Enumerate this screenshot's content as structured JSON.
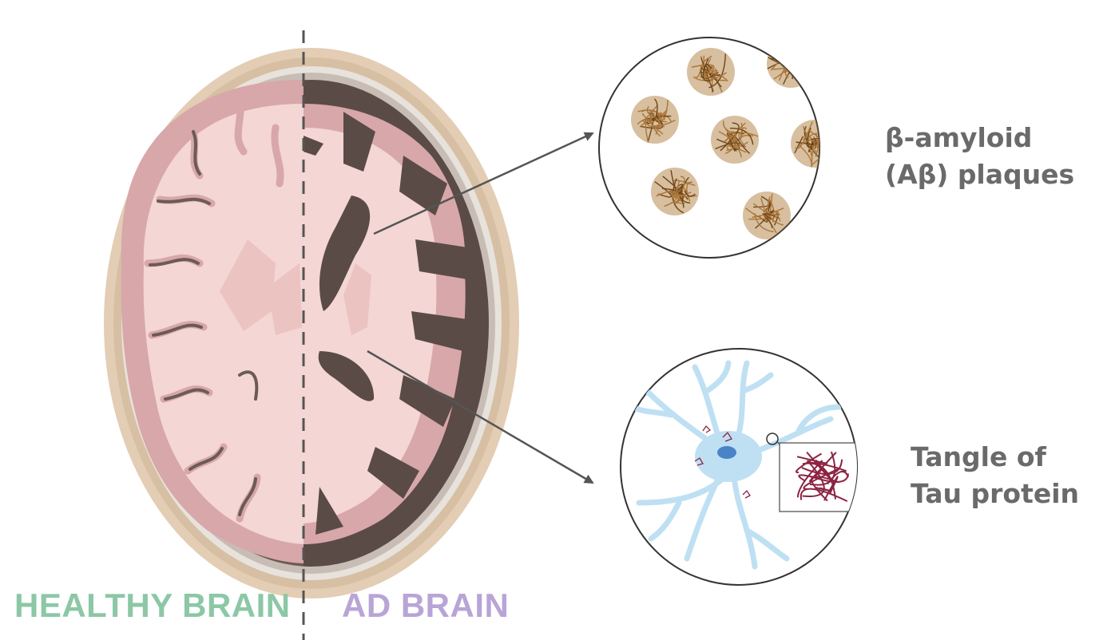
{
  "labels": {
    "healthy": "HEALTHY BRAIN",
    "ad": "AD BRAIN"
  },
  "callouts": {
    "plaques": {
      "line1": "β-amyloid",
      "line2": "(Aβ) plaques"
    },
    "tau": {
      "line1": "Tangle of",
      "line2": "Tau protein"
    }
  },
  "colors": {
    "healthy_label": "#8cc7a6",
    "ad_label": "#b9a4d6",
    "text": "#6a6a6a",
    "skull": "#dcc3a8",
    "cortex": "#d9a9ac",
    "white_matter": "#f5d8d6",
    "csf": "#5a4b46",
    "plaque": "#9a6a30",
    "neuron": "#bfe0f3",
    "tangle": "#8c2342"
  },
  "icons": {
    "plaque_cluster": "amyloid-plaque-icon",
    "neuron": "neuron-icon",
    "tau_tangle": "tau-tangle-icon"
  }
}
